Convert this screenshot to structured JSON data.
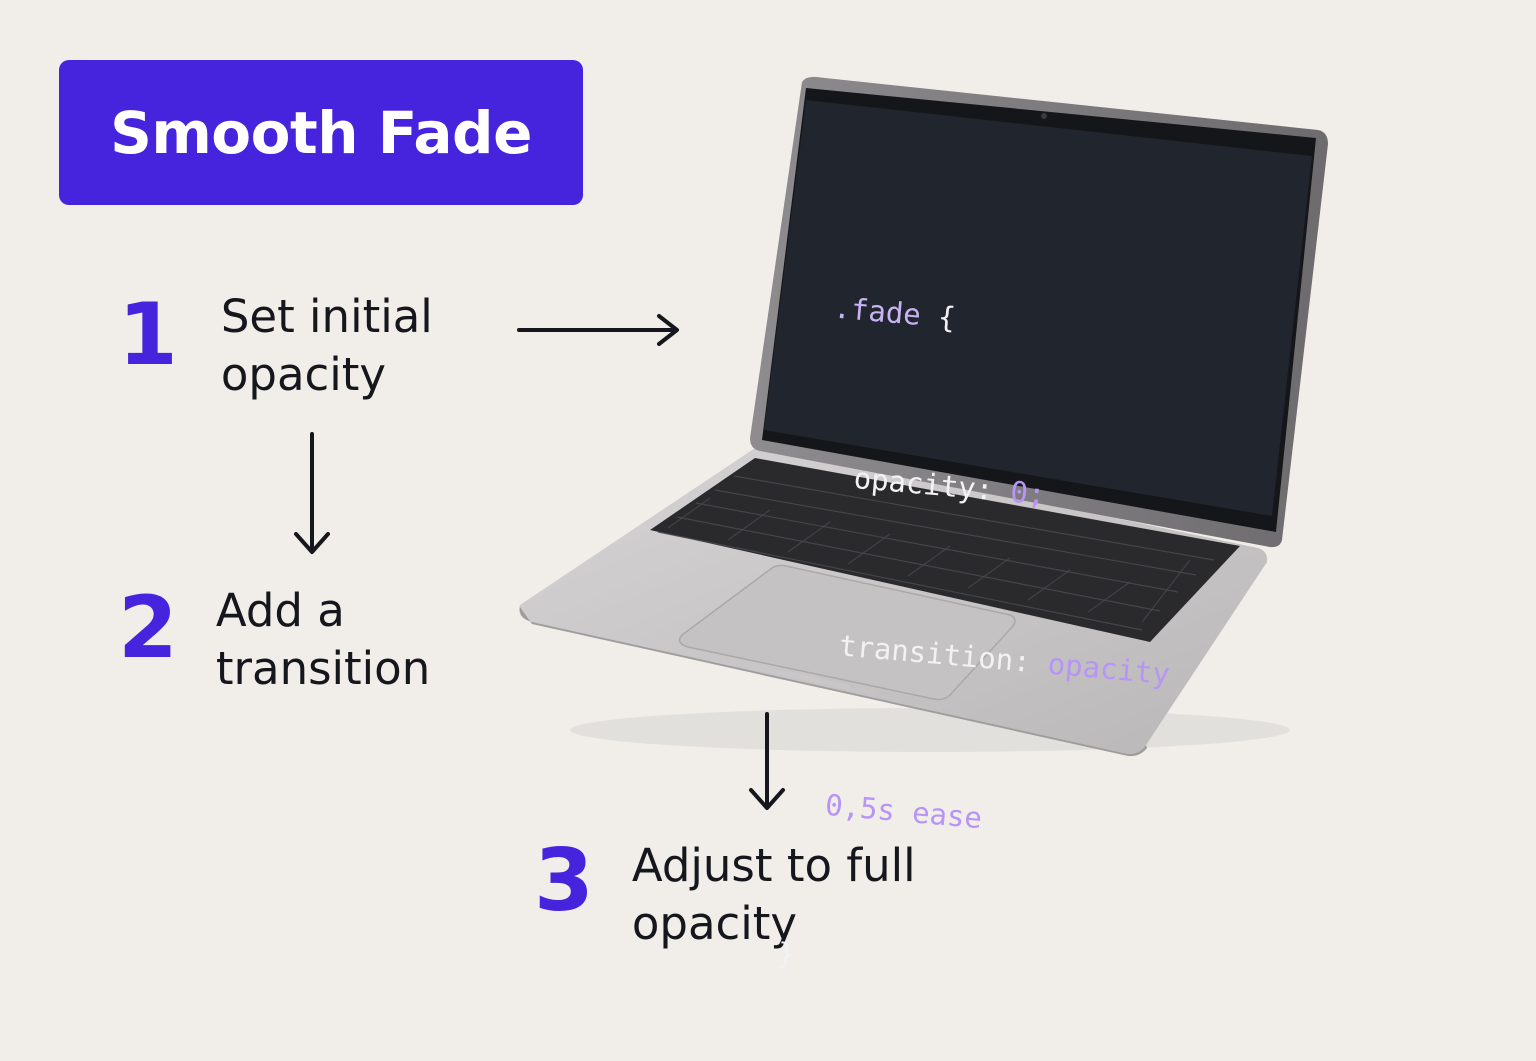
{
  "title": "Smooth Fade",
  "colors": {
    "accent": "#4624dd",
    "background": "#f1eeea",
    "text": "#15171c",
    "code_value": "#b794f6"
  },
  "steps": [
    {
      "number": "1",
      "line1": "Set initial",
      "line2": "opacity"
    },
    {
      "number": "2",
      "line1": "Add a",
      "line2": "transition"
    },
    {
      "number": "3",
      "line1": "Adjust to full",
      "line2": "opacity"
    }
  ],
  "code": {
    "selector": ".fade",
    "open_brace": "{",
    "prop1": "opacity:",
    "val1": "0;",
    "prop2": "transition:",
    "val2": "opacity",
    "val3": "0,5s ease",
    "close_brace": "}"
  },
  "icons": {
    "arrow": "arrow-icon",
    "device": "laptop-icon"
  }
}
